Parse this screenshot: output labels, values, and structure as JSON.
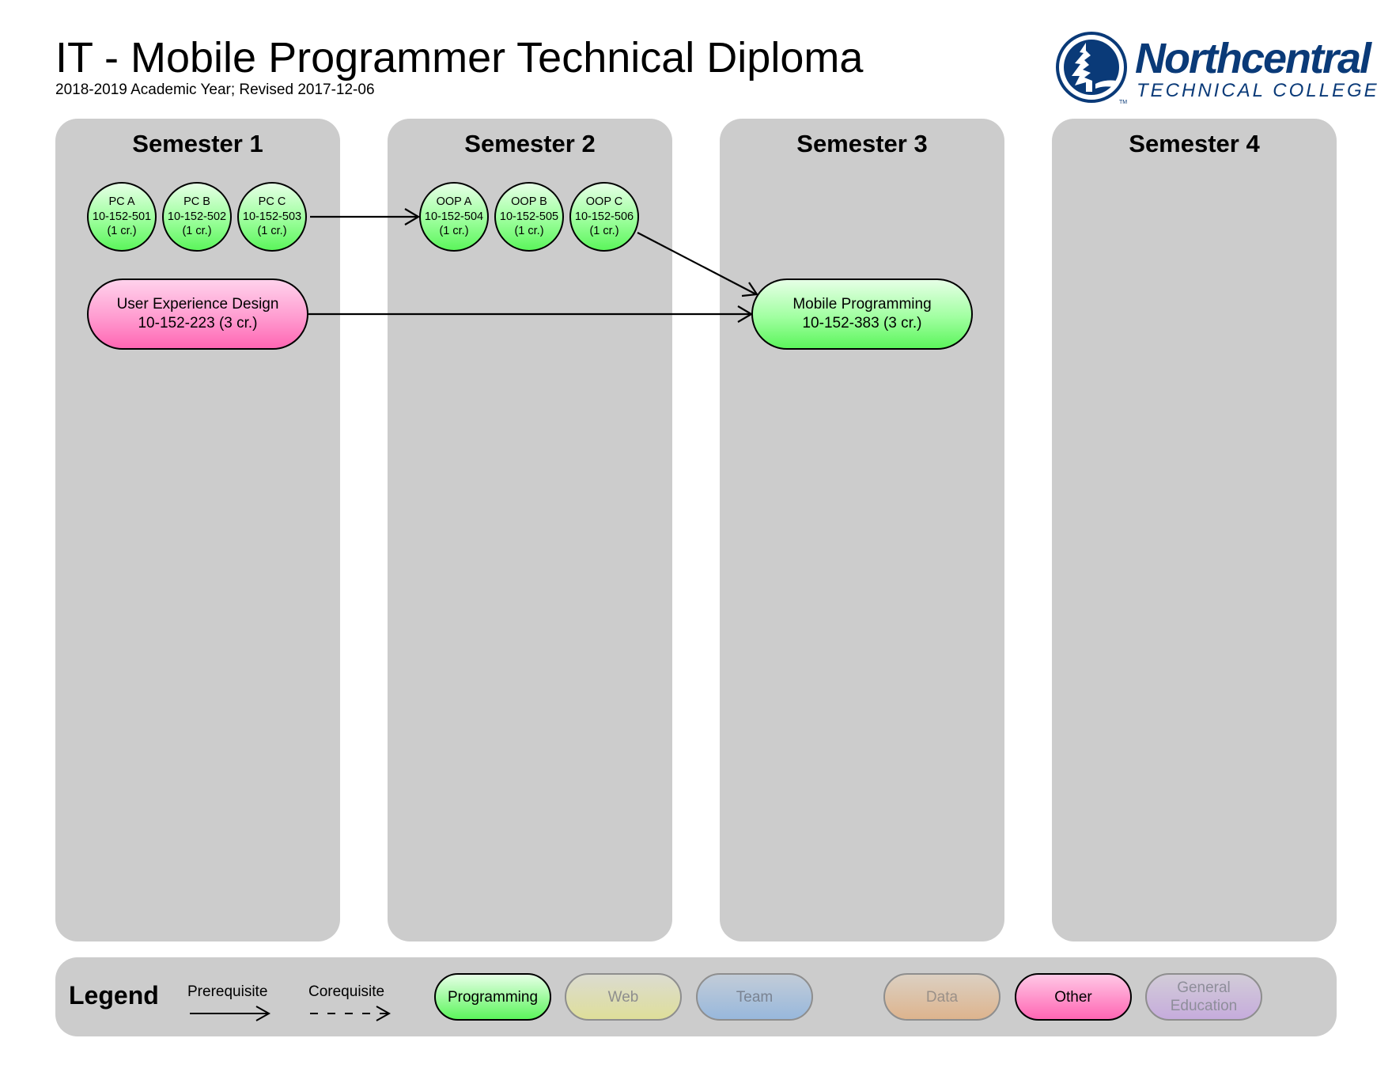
{
  "header": {
    "title": "IT - Mobile Programmer Technical Diploma",
    "subtitle": "2018-2019 Academic Year; Revised 2017-12-06"
  },
  "logo": {
    "name": "Northcentral",
    "subname": "TECHNICAL COLLEGE",
    "trademark": "TM",
    "icon": "pine-tree-icon",
    "color": "#0a3a78"
  },
  "semesters": [
    {
      "label": "Semester 1"
    },
    {
      "label": "Semester 2"
    },
    {
      "label": "Semester 3"
    },
    {
      "label": "Semester 4"
    }
  ],
  "courses": [
    {
      "id": "pc-a",
      "name": "PC A",
      "code": "10-152-501",
      "credits": "(1 cr.)",
      "semester": 1,
      "category": "Programming"
    },
    {
      "id": "pc-b",
      "name": "PC B",
      "code": "10-152-502",
      "credits": "(1 cr.)",
      "semester": 1,
      "category": "Programming"
    },
    {
      "id": "pc-c",
      "name": "PC C",
      "code": "10-152-503",
      "credits": "(1 cr.)",
      "semester": 1,
      "category": "Programming"
    },
    {
      "id": "ux",
      "name": "User Experience Design",
      "code_credits": "10-152-223 (3 cr.)",
      "semester": 1,
      "category": "Other"
    },
    {
      "id": "oop-a",
      "name": "OOP A",
      "code": "10-152-504",
      "credits": "(1 cr.)",
      "semester": 2,
      "category": "Programming"
    },
    {
      "id": "oop-b",
      "name": "OOP B",
      "code": "10-152-505",
      "credits": "(1 cr.)",
      "semester": 2,
      "category": "Programming"
    },
    {
      "id": "oop-c",
      "name": "OOP C",
      "code": "10-152-506",
      "credits": "(1 cr.)",
      "semester": 2,
      "category": "Programming"
    },
    {
      "id": "mobile",
      "name": "Mobile Programming",
      "code_credits": "10-152-383 (3 cr.)",
      "semester": 3,
      "category": "Programming"
    }
  ],
  "edges": [
    {
      "from": "pc-c",
      "to": "oop-a",
      "type": "prerequisite"
    },
    {
      "from": "oop-c",
      "to": "mobile",
      "type": "prerequisite"
    },
    {
      "from": "ux",
      "to": "mobile",
      "type": "prerequisite"
    }
  ],
  "legend": {
    "title": "Legend",
    "prerequisite": "Prerequisite",
    "corequisite": "Corequisite",
    "categories": [
      {
        "label": "Programming",
        "color": "#5cf55c"
      },
      {
        "label": "Web",
        "color": "#dede9a"
      },
      {
        "label": "Team",
        "color": "#98b8dc"
      },
      {
        "label": "Data",
        "color": "#ddb48e"
      },
      {
        "label": "Other",
        "color": "#ff66b3"
      },
      {
        "label": "General Education",
        "color": "#c6acdc"
      }
    ]
  }
}
